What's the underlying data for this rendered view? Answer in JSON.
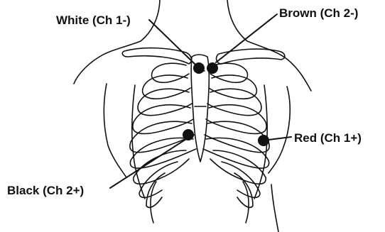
{
  "labels": {
    "white": "White (Ch 1-)",
    "brown": "Brown (Ch 2-)",
    "red": "Red (Ch 1+)",
    "black": "Black (Ch 2+)"
  },
  "colors": {
    "ink": "#111111",
    "electrode": "#111111",
    "background": "#ffffff"
  }
}
